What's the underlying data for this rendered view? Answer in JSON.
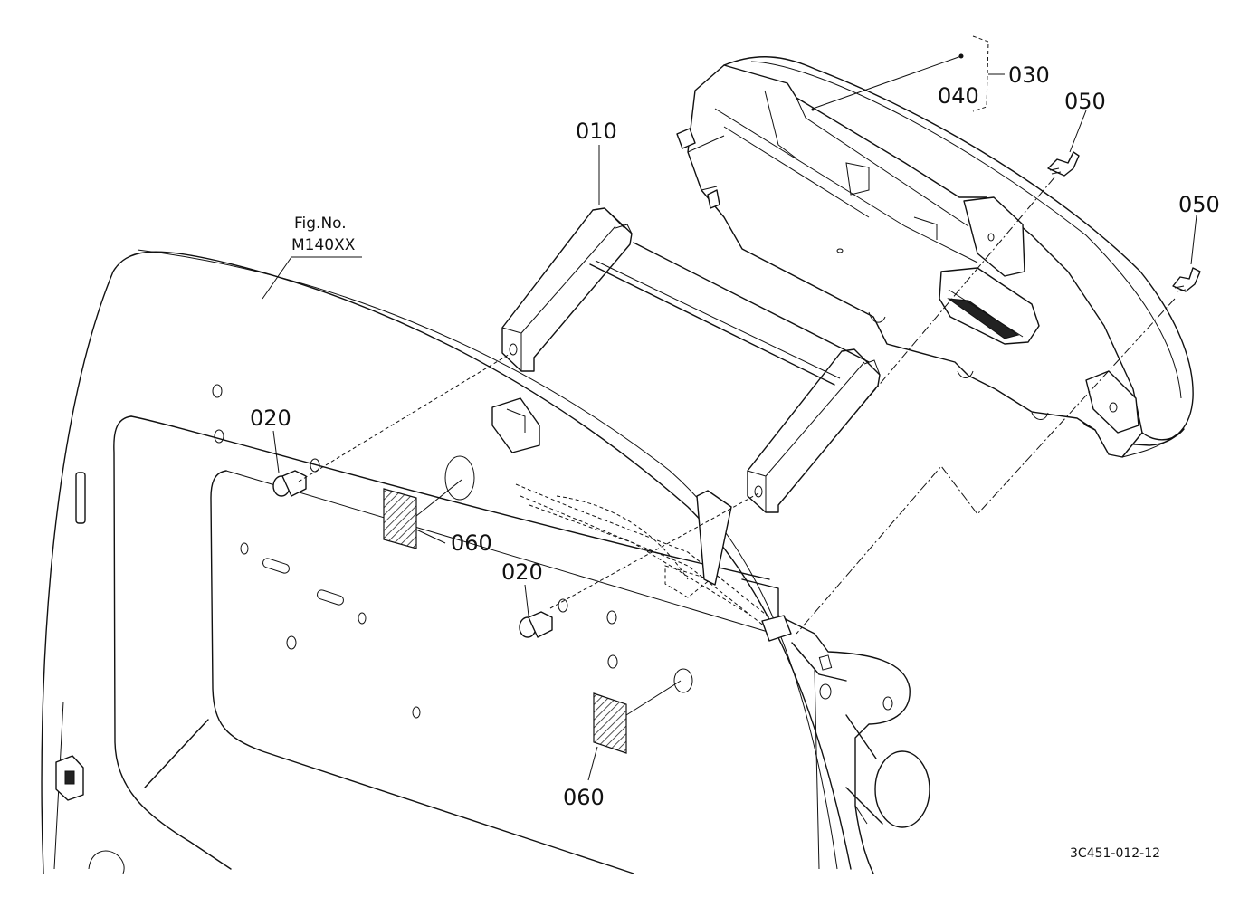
{
  "figure": {
    "ref_caption": "Fig.No.",
    "ref_number": "M140XX",
    "drawing_code": "3C451-012-12"
  },
  "callouts": {
    "c010": "010",
    "c020_top": "020",
    "c020_bottom": "020",
    "c030": "030",
    "c040": "040",
    "c050_top": "050",
    "c050_right": "050",
    "c060_top": "060",
    "c060_bottom": "060"
  }
}
